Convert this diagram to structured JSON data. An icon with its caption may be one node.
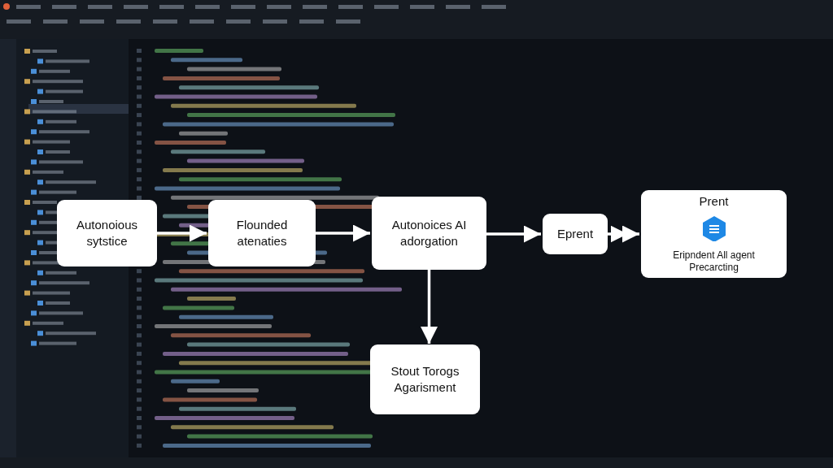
{
  "diagram": {
    "nodes": [
      {
        "text": [
          "Autonoious sytstice"
        ]
      },
      {
        "text": [
          "Flounded atenaties"
        ]
      },
      {
        "text": [
          "Autonoices AI adorgation"
        ]
      },
      {
        "text": [
          "Eprent"
        ]
      },
      {
        "text": [
          "Prent",
          "Eripndent All agent Precarcting"
        ]
      },
      {
        "text": [
          "Stout Torogs Agarisment"
        ]
      }
    ],
    "edges": [
      {
        "from": 0,
        "to": 1,
        "arrow": "to"
      },
      {
        "from": 1,
        "to": 2,
        "arrow": "to"
      },
      {
        "from": 2,
        "to": 3,
        "arrow": "to"
      },
      {
        "from": 3,
        "to": 4,
        "arrow": "to"
      },
      {
        "from": 2,
        "to": 5,
        "arrow": "to"
      }
    ]
  }
}
